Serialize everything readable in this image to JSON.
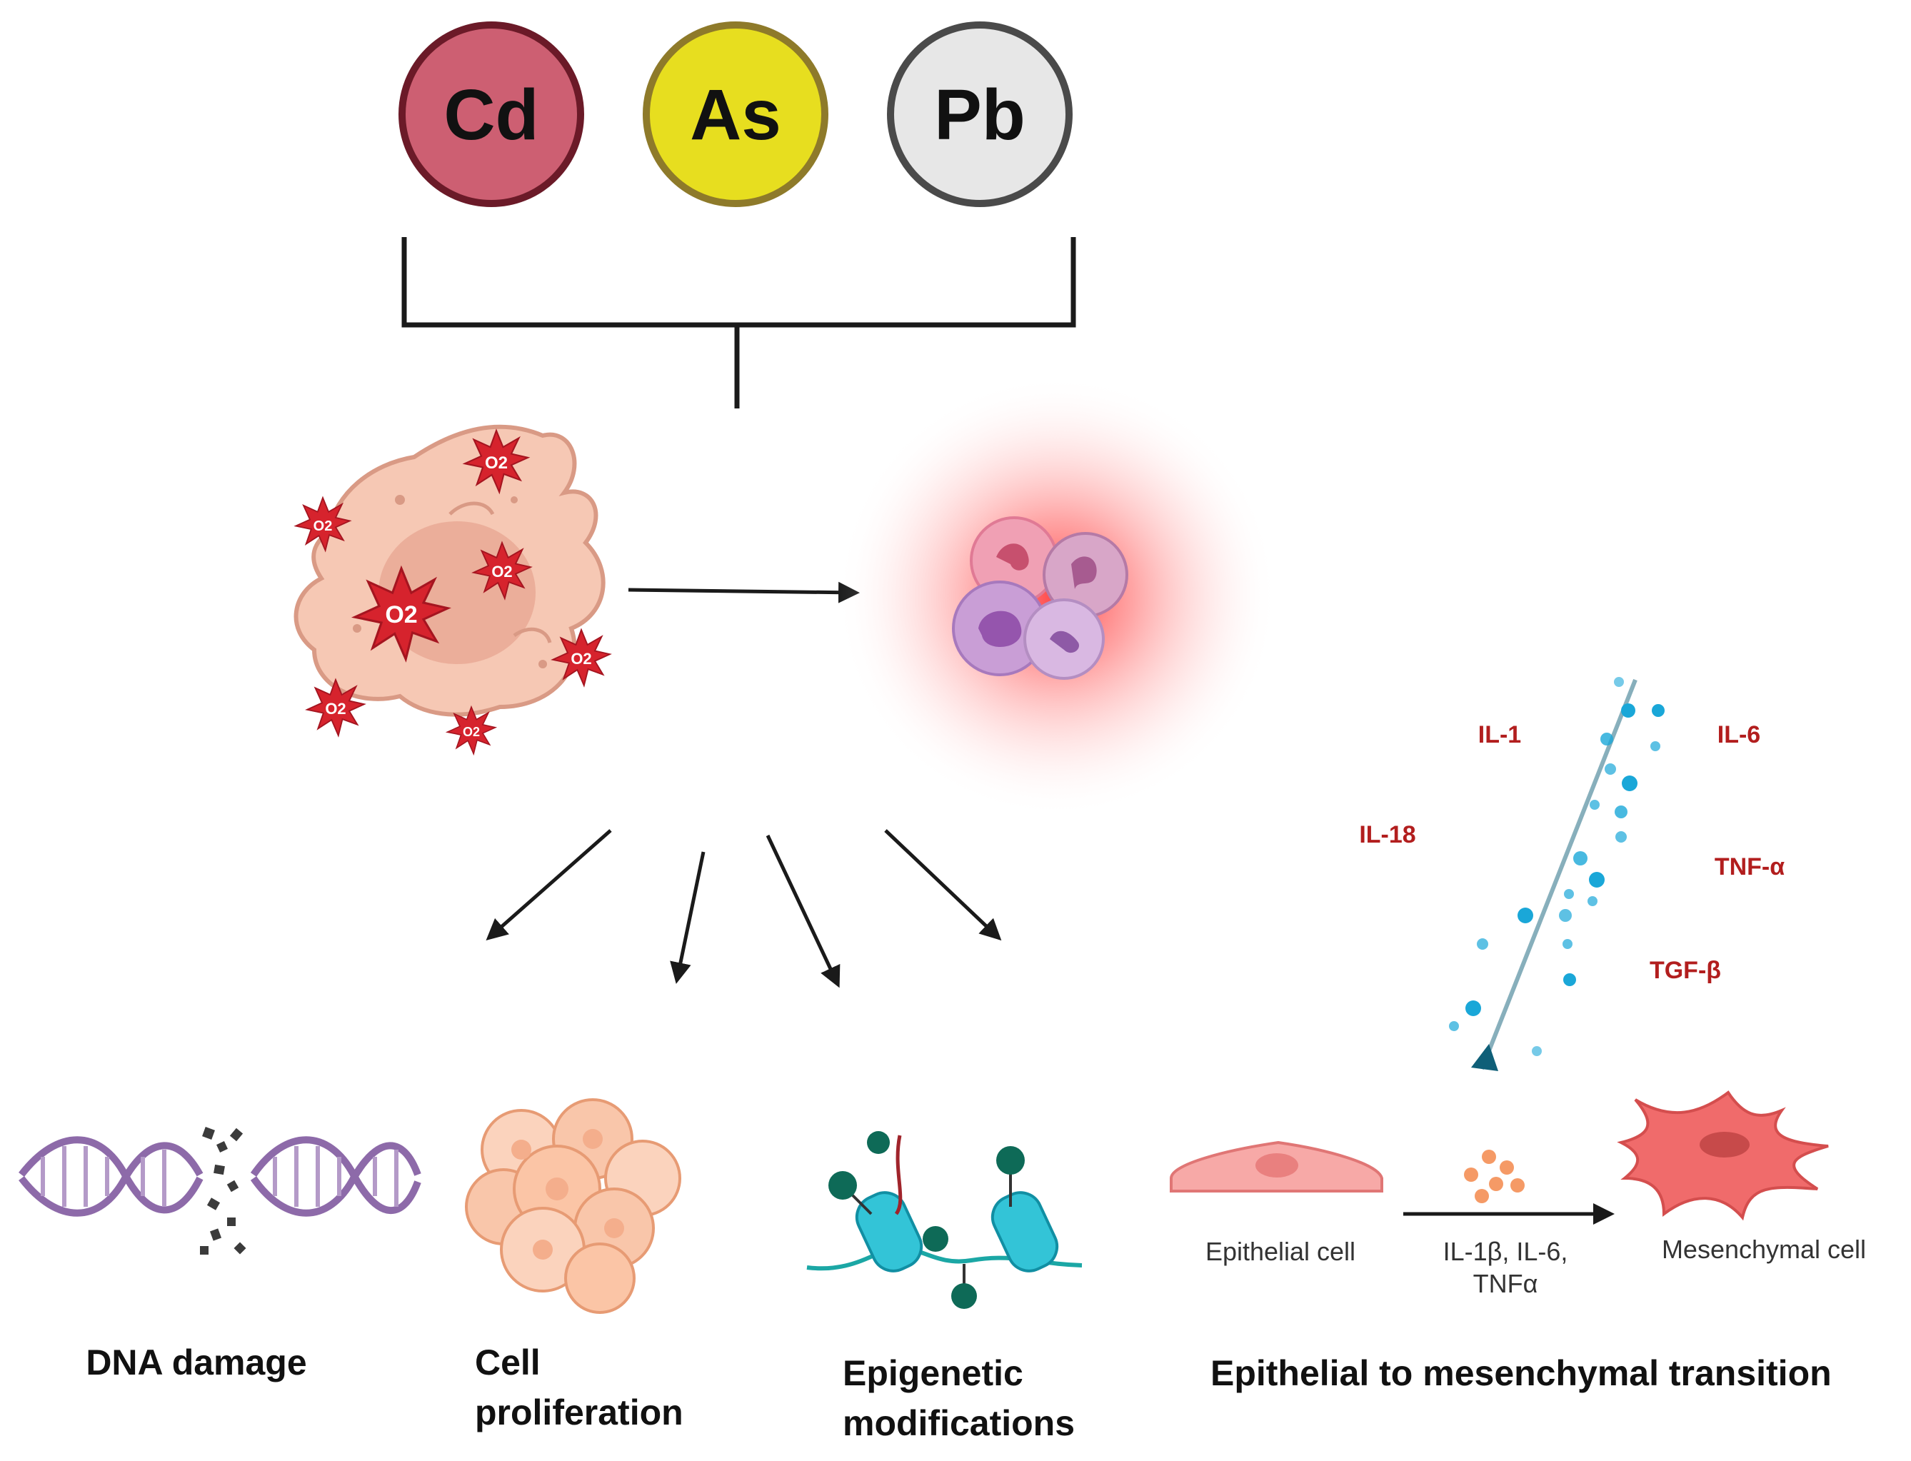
{
  "metals": [
    {
      "symbol": "Cd",
      "fill": "#cd5f72",
      "stroke": "#6b1a28"
    },
    {
      "symbol": "As",
      "fill": "#e7de1f",
      "stroke": "#8e7a2a"
    },
    {
      "symbol": "Pb",
      "fill": "#e7e7e7",
      "stroke": "#4a4a4a"
    }
  ],
  "ros_label": "O2",
  "cytokines": [
    "IL-1",
    "IL-6",
    "IL-18",
    "TNF-α",
    "TGF-β"
  ],
  "emt": {
    "epithelial_label": "Epithelial cell",
    "mediators_line1": "IL-1β, IL-6,",
    "mediators_line2": "TNFα",
    "mesenchymal_label": "Mesenchymal cell"
  },
  "outcomes": {
    "dna_damage": "DNA damage",
    "cell_proliferation_line1": "Cell",
    "cell_proliferation_line2": "proliferation",
    "epigenetic_line1": "Epigenetic",
    "epigenetic_line2": "modifications",
    "emt_title": "Epithelial to mesenchymal transition"
  },
  "colors": {
    "cytokine_text": "#b21e1e",
    "arrow": "#1a1a1a",
    "ros": "#d6232d",
    "cytokine_dots": "#1aa7d8"
  },
  "icons": [
    "dna-helix-icon",
    "cell-cluster-icon",
    "nucleosome-icon",
    "epithelial-cell-icon",
    "mesenchymal-cell-icon",
    "immune-cells-icon",
    "stressed-cell-icon",
    "ros-burst-icon"
  ]
}
